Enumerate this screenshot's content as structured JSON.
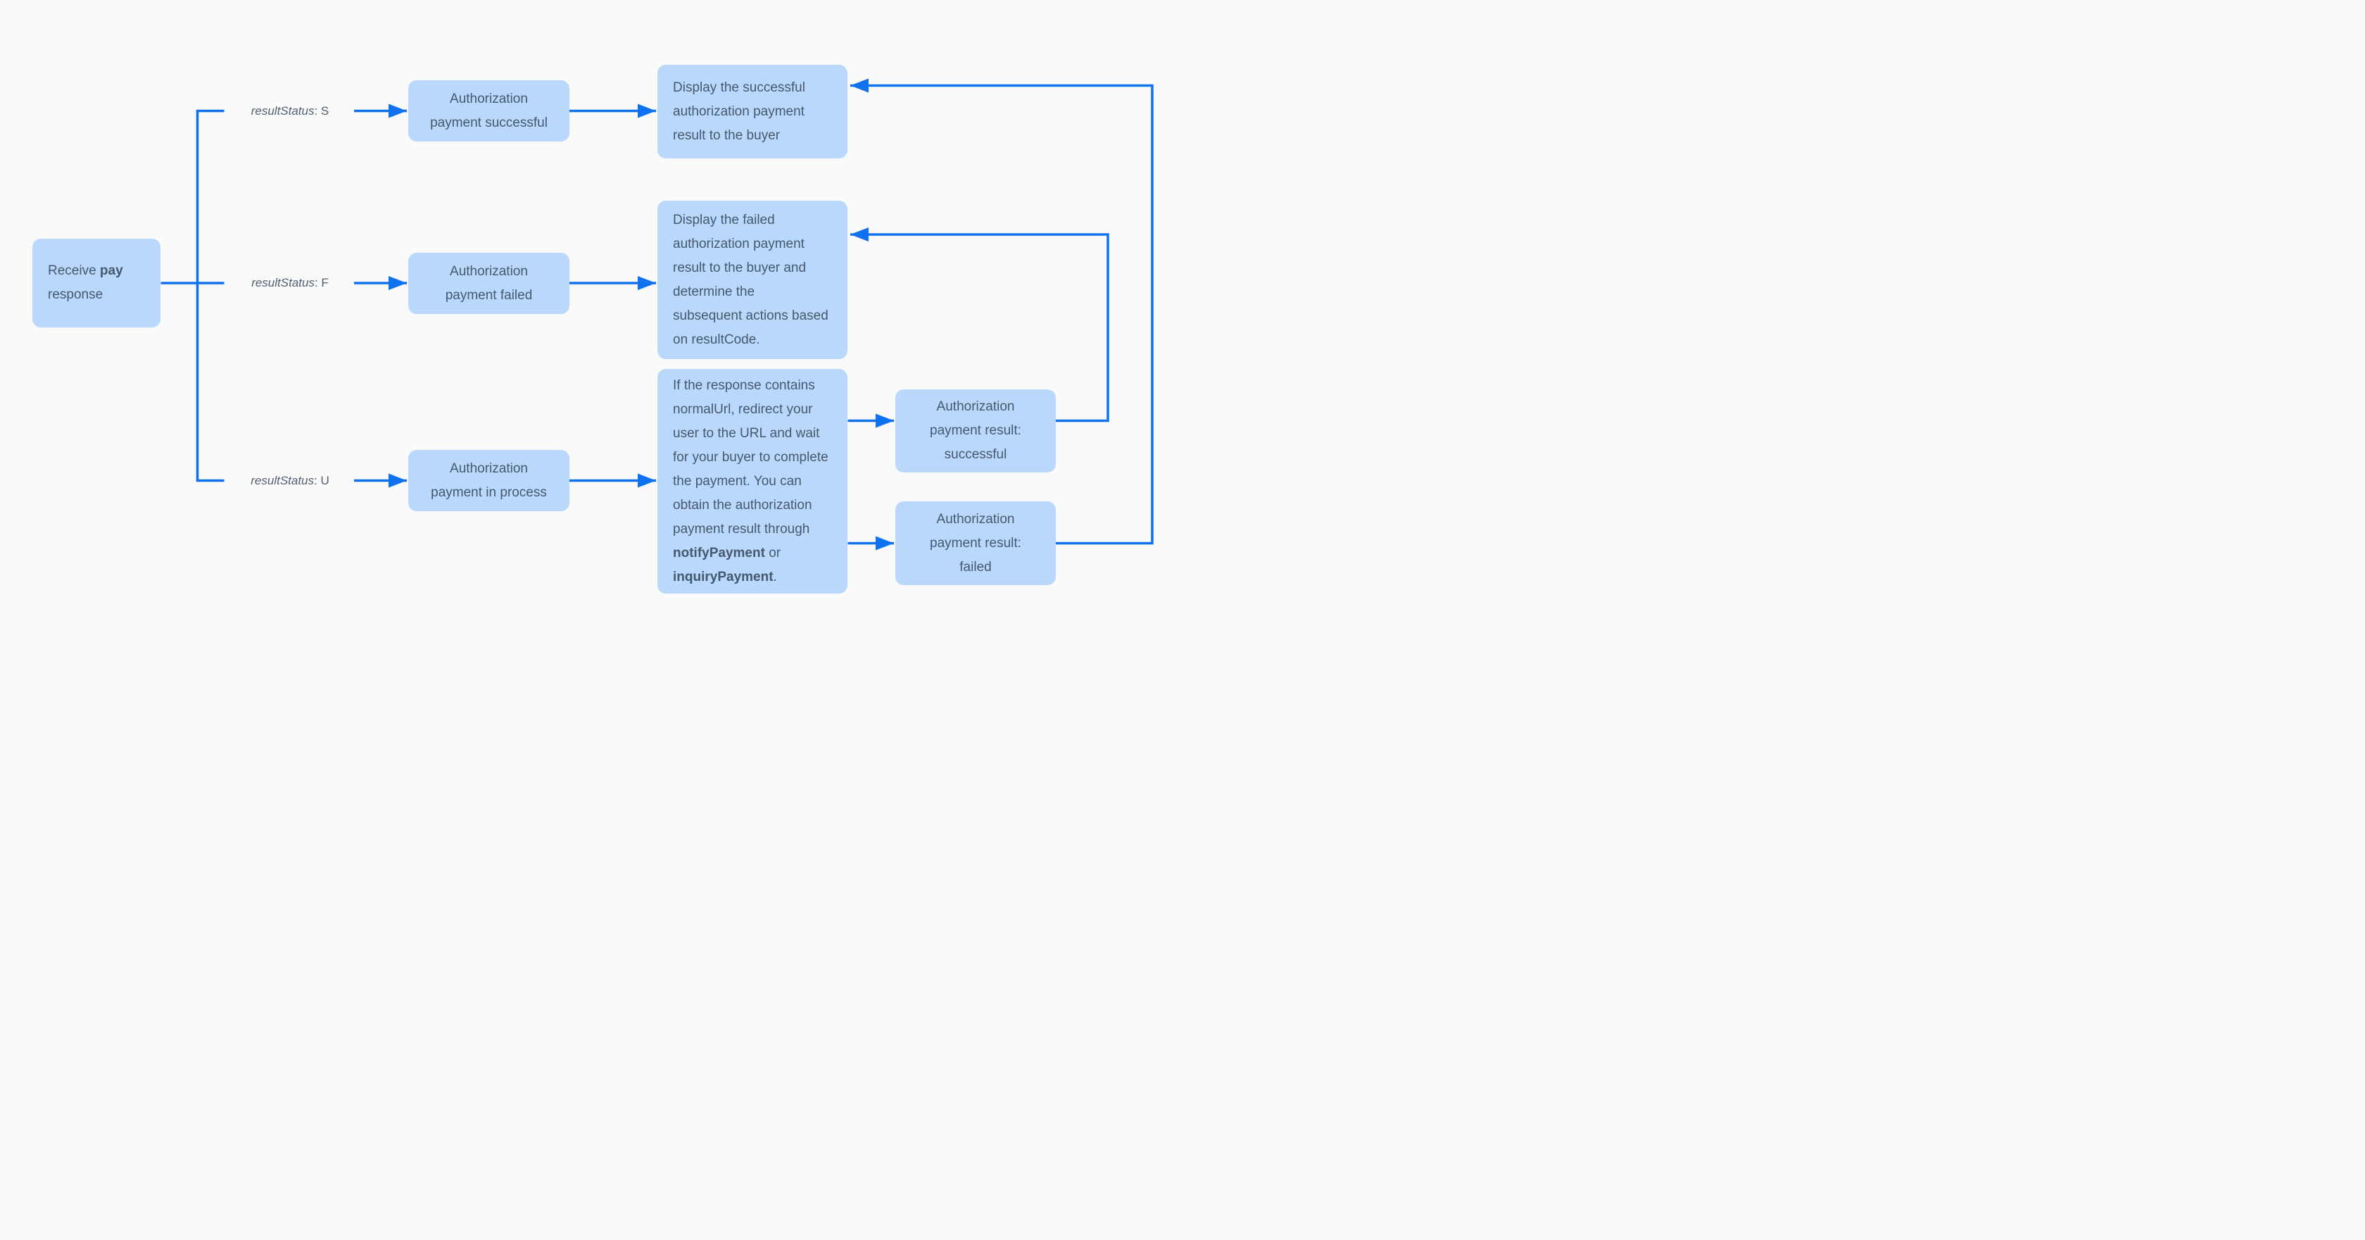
{
  "colors": {
    "background": "#fafafa",
    "node_fill": "#b9d8fc",
    "node_text": "#46586e",
    "edge": "#1172f0",
    "edge_label_text": "#515f70"
  },
  "nodes": {
    "receive": {
      "lines": [
        "Receive **pay**",
        "response"
      ]
    },
    "auth_success": {
      "lines": [
        "Authorization",
        "payment successful"
      ]
    },
    "auth_failed": {
      "lines": [
        "Authorization",
        "payment failed"
      ]
    },
    "auth_process": {
      "lines": [
        "Authorization",
        "payment in process"
      ]
    },
    "display_success": {
      "lines": [
        "Display the successful",
        "authorization payment",
        "result to the buyer"
      ]
    },
    "display_failed": {
      "lines": [
        "Display the failed",
        "authorization payment",
        "result to the buyer and",
        "determine the",
        "subsequent actions based",
        "on resultCode."
      ]
    },
    "redirect_info": {
      "lines": [
        "If the response contains",
        "normalUrl, redirect your",
        "user to the URL and wait",
        "for your buyer to complete",
        "the payment. You can",
        "obtain the authorization",
        "payment result through",
        "**notifyPayment** or",
        "**inquiryPayment**."
      ]
    },
    "result_success": {
      "lines": [
        "Authorization",
        "payment result:",
        "successful"
      ]
    },
    "result_failed": {
      "lines": [
        "Authorization",
        "payment result:",
        "failed"
      ]
    }
  },
  "edge_labels": {
    "s": "*resultStatus*: S",
    "f": "*resultStatus*: F",
    "u": "*resultStatus*: U"
  }
}
